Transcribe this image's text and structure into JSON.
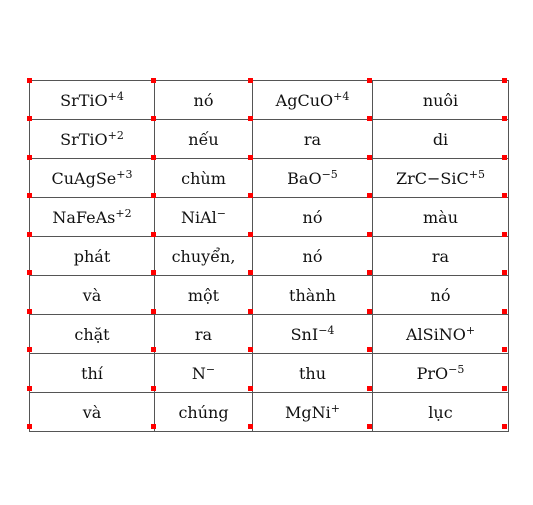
{
  "table": {
    "rows": [
      [
        {
          "text": "SrTiO",
          "sup": "+4"
        },
        {
          "text": "nó",
          "sup": ""
        },
        {
          "text": "AgCuO",
          "sup": "+4"
        },
        {
          "text": "nuôi",
          "sup": ""
        }
      ],
      [
        {
          "text": "SrTiO",
          "sup": "+2"
        },
        {
          "text": "nếu",
          "sup": ""
        },
        {
          "text": "ra",
          "sup": ""
        },
        {
          "text": "di",
          "sup": ""
        }
      ],
      [
        {
          "text": "CuAgSe",
          "sup": "+3"
        },
        {
          "text": "chùm",
          "sup": ""
        },
        {
          "text": "BaO",
          "sup": "−5"
        },
        {
          "text": "ZrC−SiC",
          "sup": "+5"
        }
      ],
      [
        {
          "text": "NaFeAs",
          "sup": "+2"
        },
        {
          "text": "NiAl",
          "sup": "−"
        },
        {
          "text": "nó",
          "sup": ""
        },
        {
          "text": "màu",
          "sup": ""
        }
      ],
      [
        {
          "text": "phát",
          "sup": ""
        },
        {
          "text": "chuyển,",
          "sup": ""
        },
        {
          "text": "nó",
          "sup": ""
        },
        {
          "text": "ra",
          "sup": ""
        }
      ],
      [
        {
          "text": "và",
          "sup": ""
        },
        {
          "text": "một",
          "sup": ""
        },
        {
          "text": "thành",
          "sup": ""
        },
        {
          "text": "nó",
          "sup": ""
        }
      ],
      [
        {
          "text": "chặt",
          "sup": ""
        },
        {
          "text": "ra",
          "sup": ""
        },
        {
          "text": "SnI",
          "sup": "−4"
        },
        {
          "text": "AlSiNO",
          "sup": "+"
        }
      ],
      [
        {
          "text": "thí",
          "sup": ""
        },
        {
          "text": "N",
          "sup": "−"
        },
        {
          "text": "thu",
          "sup": ""
        },
        {
          "text": "PrO",
          "sup": "−5"
        }
      ],
      [
        {
          "text": "và",
          "sup": ""
        },
        {
          "text": "chúng",
          "sup": ""
        },
        {
          "text": "MgNi",
          "sup": "+"
        },
        {
          "text": "lục",
          "sup": ""
        }
      ]
    ]
  },
  "colors": {
    "grid_line": "#555555",
    "corner_marker": "#ff0000",
    "text": "#111111",
    "background": "#ffffff"
  }
}
